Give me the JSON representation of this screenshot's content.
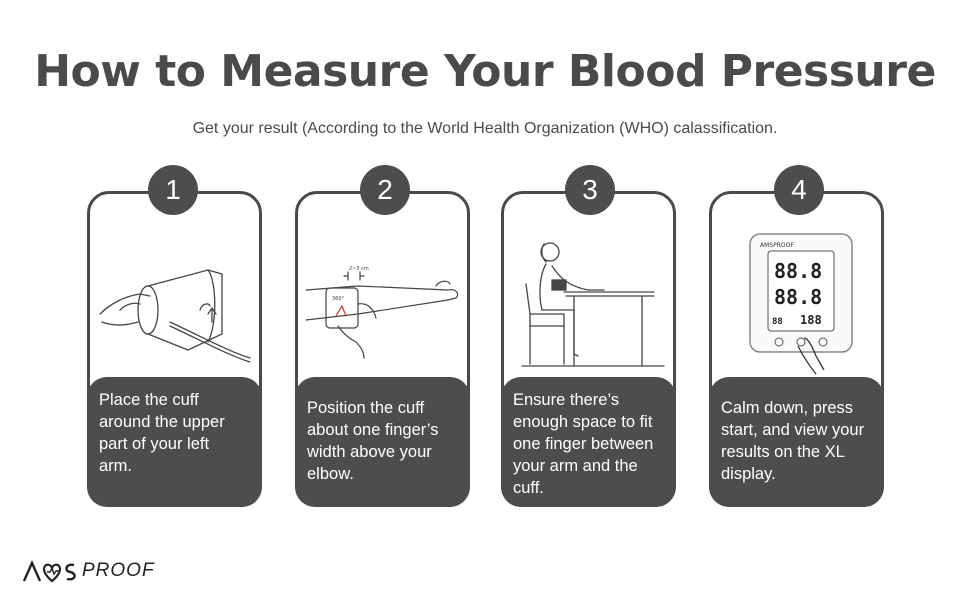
{
  "header": {
    "title": "How to Measure Your Blood Pressure",
    "subtitle": "Get your result (According to the World Health Organization (WHO) calassification."
  },
  "steps": [
    {
      "number": "1",
      "text": "Place the cuff\naround the upper\npart of your left\narm.",
      "icon": "cuff-on-arm-illustration"
    },
    {
      "number": "2",
      "text": "Position the cuff\nabout one finger’s\nwidth above your\nelbow.",
      "icon": "cuff-position-illustration",
      "annotations": {
        "gap": "2~3 cm",
        "angle": "360°"
      }
    },
    {
      "number": "3",
      "text": "Ensure there’s\nenough space to fit\none finger between\nyour arm and the\ncuff.",
      "icon": "seated-person-at-table-illustration"
    },
    {
      "number": "4",
      "text": "Calm down, press\nstart, and view your\nresults on the XL\ndisplay.",
      "icon": "monitor-press-start-illustration",
      "device": {
        "brand": "AMSPROOF",
        "reading1": "88.8",
        "reading2": "88.8",
        "reading3": "188",
        "reading_small": "88"
      }
    }
  ],
  "brand": {
    "logo_mark": "AMS",
    "logo_text": "PROOF"
  },
  "colors": {
    "dark": "#4d4d4d",
    "text": "#4a4a4a",
    "background": "#ffffff"
  }
}
